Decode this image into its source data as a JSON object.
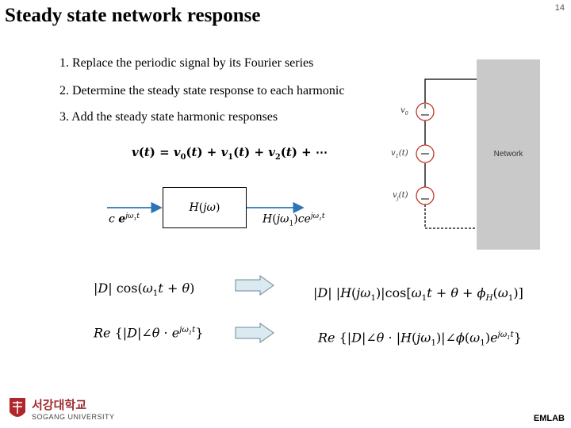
{
  "slide": {
    "title": "Steady state network response",
    "page_number": "14",
    "footer": "EMLAB"
  },
  "steps": [
    "1. Replace the periodic signal by its Fourier series",
    "2. Determine the steady state response to each harmonic",
    "3. Add the steady state harmonic responses"
  ],
  "block_diagram": {
    "box_label": "H(jω)",
    "input_label": "c e^{jω1t}",
    "output_label": "H(jω1)ce^{jω1t}"
  },
  "circuit": {
    "network_label": "Network",
    "sources": [
      "v0",
      "v1(t)",
      "vj(t)"
    ]
  },
  "logo": {
    "korean": "서강대학교",
    "english": "SOGANG UNIVERSITY"
  }
}
